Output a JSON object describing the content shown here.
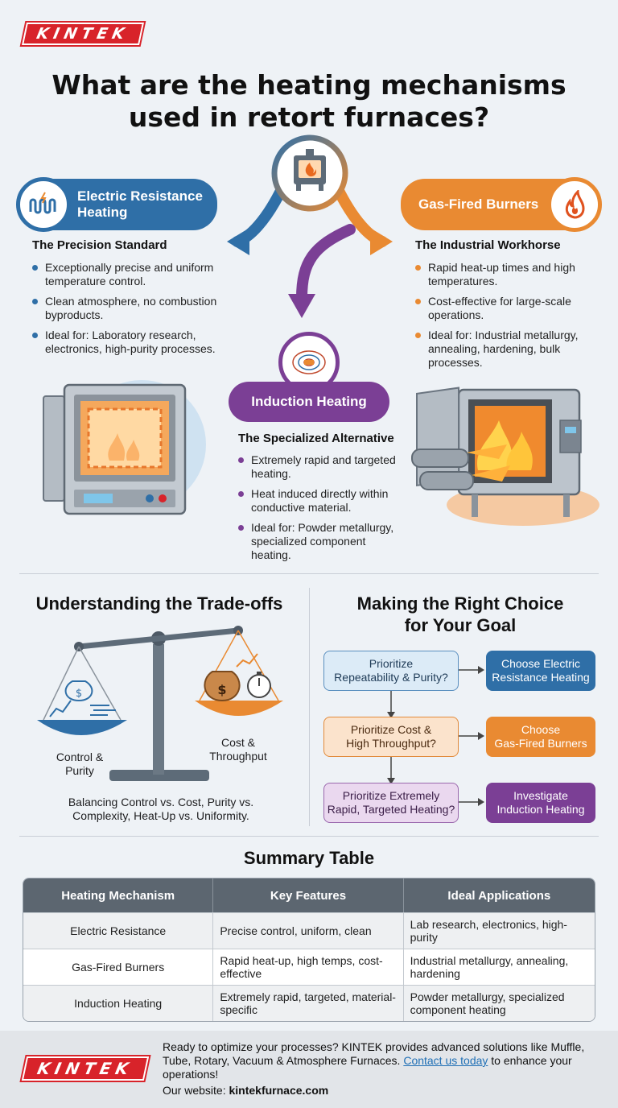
{
  "brand": {
    "logo_text": "KINTEK"
  },
  "title": {
    "line1": "What are the heating mechanisms",
    "line2": "used in retort furnaces?"
  },
  "colors": {
    "blue": "#2f6fa7",
    "orange": "#e98a32",
    "purple": "#7b3f95",
    "brand_red": "#d8232a"
  },
  "electric": {
    "label_line1": "Electric Resistance",
    "label_line2": "Heating",
    "icon": "heating-coil-icon",
    "subtitle": "The Precision Standard",
    "bullets": [
      "Exceptionally precise and uniform temperature control.",
      "Clean atmosphere, no combustion byproducts.",
      "Ideal for: Laboratory research, electronics, high-purity processes."
    ]
  },
  "gas": {
    "label": "Gas-Fired Burners",
    "icon": "flame-icon",
    "subtitle": "The Industrial Workhorse",
    "bullets": [
      "Rapid heat-up times and high temperatures.",
      "Cost-effective for large-scale operations.",
      "Ideal for: Industrial metallurgy, annealing, hardening, bulk processes."
    ]
  },
  "induction": {
    "label": "Induction Heating",
    "icon": "magnetic-field-icon",
    "subtitle": "The Specialized Alternative",
    "bullets": [
      "Extremely rapid and targeted heating.",
      "Heat induced directly within conductive material.",
      "Ideal for: Powder metallurgy, specialized component heating."
    ]
  },
  "tradeoffs": {
    "title": "Understanding the Trade-offs",
    "left_label_line1": "Control &",
    "left_label_line2": "Purity",
    "right_label_line1": "Cost &",
    "right_label_line2": "Throughput",
    "caption_line1": "Balancing Control vs. Cost, Purity vs.",
    "caption_line2": "Complexity, Heat-Up vs. Uniformity."
  },
  "choice": {
    "title_line1": "Making the Right Choice",
    "title_line2": "for Your Goal",
    "rows": [
      {
        "q1": "Prioritize",
        "q2": "Repeatability & Purity?",
        "a1": "Choose Electric",
        "a2": "Resistance Heating"
      },
      {
        "q1": "Prioritize Cost &",
        "q2": "High Throughput?",
        "a1": "Choose",
        "a2": "Gas-Fired Burners"
      },
      {
        "q1": "Prioritize Extremely",
        "q2": "Rapid, Targeted Heating?",
        "a1": "Investigate",
        "a2": "Induction Heating"
      }
    ]
  },
  "summary": {
    "title": "Summary Table",
    "headers": [
      "Heating Mechanism",
      "Key Features",
      "Ideal Applications"
    ],
    "rows": [
      [
        "Electric Resistance",
        "Precise control, uniform, clean",
        "Lab research, electronics, high-purity"
      ],
      [
        "Gas-Fired Burners",
        "Rapid heat-up, high temps, cost-effective",
        "Industrial metallurgy, annealing, hardening"
      ],
      [
        "Induction Heating",
        "Extremely rapid, targeted, material-specific",
        "Powder metallurgy, specialized component heating"
      ]
    ]
  },
  "footer": {
    "text_before": "Ready to optimize your processes? KINTEK provides advanced solutions like Muffle, Tube, Rotary, Vacuum & Atmosphere Furnaces.",
    "link_text": "Contact us today",
    "text_after": "to enhance your operations!",
    "website_label": "Our website:",
    "website": "kintekfurnace.com"
  }
}
